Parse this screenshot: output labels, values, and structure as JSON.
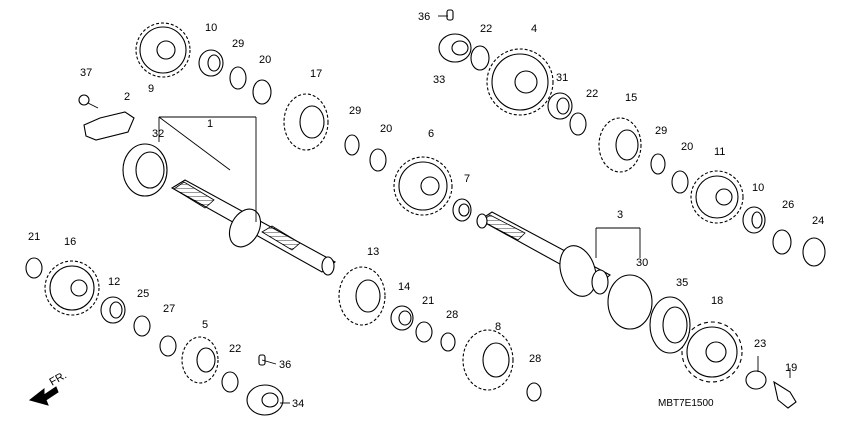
{
  "diagram_code": "MBT7E1500",
  "front_label": "FR.",
  "callouts": {
    "c1": "1",
    "c2": "2",
    "c3": "3",
    "c4": "4",
    "c5": "5",
    "c6": "6",
    "c7": "7",
    "c8": "8",
    "c9": "9",
    "c10a": "10",
    "c10b": "10",
    "c11": "11",
    "c12": "12",
    "c13": "13",
    "c14": "14",
    "c15": "15",
    "c16": "16",
    "c17": "17",
    "c18": "18",
    "c19": "19",
    "c20a": "20",
    "c20b": "20",
    "c20c": "20",
    "c21a": "21",
    "c21b": "21",
    "c22a": "22",
    "c22b": "22",
    "c22c": "22",
    "c23": "23",
    "c24": "24",
    "c25": "25",
    "c26": "26",
    "c27": "27",
    "c28a": "28",
    "c28b": "28",
    "c29a": "29",
    "c29b": "29",
    "c29c": "29",
    "c30": "30",
    "c31": "31",
    "c32": "32",
    "c33": "33",
    "c34": "34",
    "c35": "35",
    "c36a": "36",
    "c36b": "36",
    "c37": "37"
  }
}
